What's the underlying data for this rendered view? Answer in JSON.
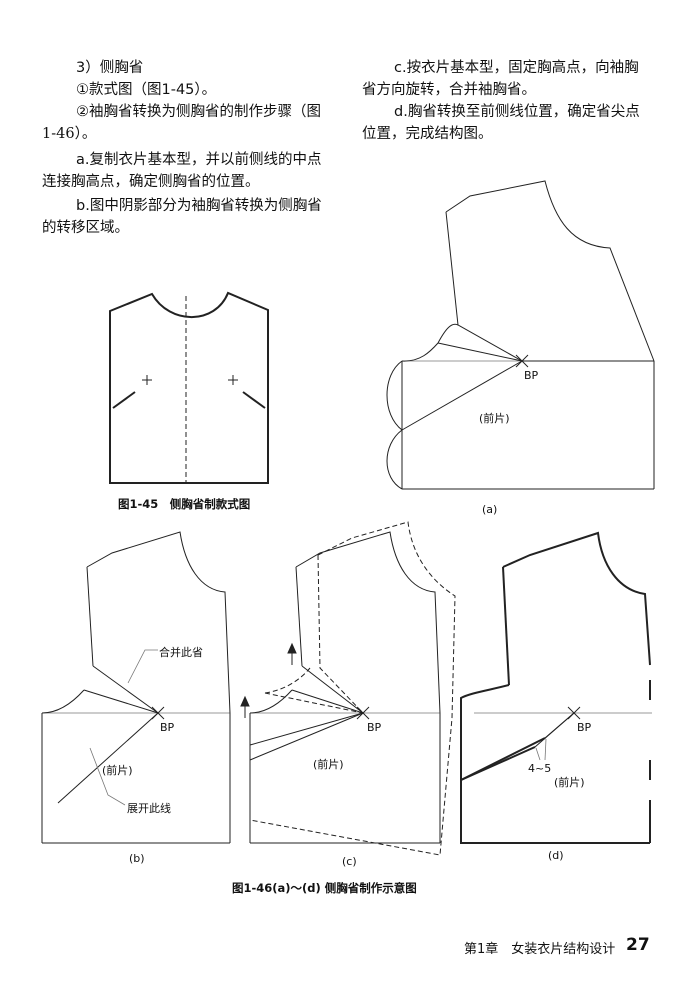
{
  "left_col": {
    "heading": "3）侧胸省",
    "step1": "①款式图（图1-45）。",
    "step2_line1": "②袖胸省转换为侧胸省的制作步骤（图",
    "step2_line2": "1-46）。",
    "a_line1": "a.复制衣片基本型，并以前侧线的中点",
    "a_line2": "连接胸高点，确定侧胸省的位置。",
    "b_line1": "b.图中阴影部分为袖胸省转换为侧胸省",
    "b_line2": "的转移区域。"
  },
  "right_col": {
    "c_line1": "c.按衣片基本型，固定胸高点，向袖胸",
    "c_line2": "省方向旋转，合并袖胸省。",
    "d_line1": "d.胸省转换至前侧线位置，确定省尖点",
    "d_line2": "位置，完成结构图。"
  },
  "figures": {
    "fig145_caption": "图1-45　侧胸省制款式图",
    "fig146_caption": "图1-46(a)～(d)  侧胸省制作示意图",
    "bp": "BP",
    "front_piece": "(前片)",
    "merge_dart": "合并此省",
    "open_line": "展开此线",
    "dart_size": "4~5",
    "label_a": "(a)",
    "label_b": "(b)",
    "label_c": "(c)",
    "label_d": "(d)"
  },
  "footer": {
    "chapter": "第1章　女装衣片结构设计",
    "page": "27"
  }
}
